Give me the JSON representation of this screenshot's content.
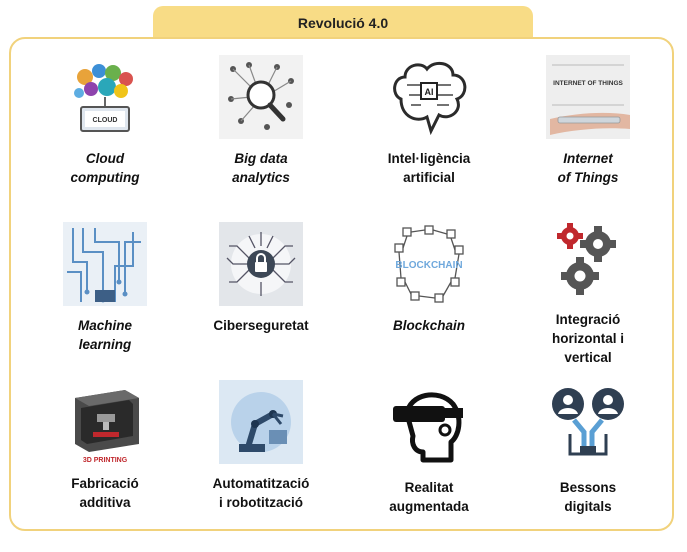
{
  "title": "Revolució 4.0",
  "items": [
    {
      "lines": [
        "Cloud",
        "computing"
      ],
      "italic": true,
      "icon": "cloud-computing-icon",
      "badge": "CLOUD"
    },
    {
      "lines": [
        "Big data",
        "analytics"
      ],
      "italic": true,
      "icon": "big-data-icon"
    },
    {
      "lines": [
        "Intel·ligència",
        "artificial"
      ],
      "italic": false,
      "icon": "ai-brain-icon",
      "badge": "AI"
    },
    {
      "lines": [
        "Internet",
        "of Things"
      ],
      "italic": true,
      "icon": "iot-icon",
      "badge": "INTERNET OF THINGS"
    },
    {
      "lines": [
        "Machine",
        "learning"
      ],
      "italic": true,
      "icon": "machine-learning-icon"
    },
    {
      "lines": [
        "Ciberseguretat"
      ],
      "italic": false,
      "icon": "cybersecurity-lock-icon"
    },
    {
      "lines": [
        "Blockchain"
      ],
      "italic": true,
      "icon": "blockchain-icon",
      "badge": "BLOCKCHAIN"
    },
    {
      "lines": [
        "Integració",
        "horizontal i",
        "vertical"
      ],
      "italic": false,
      "icon": "gears-icon"
    },
    {
      "lines": [
        "Fabricació",
        "additiva"
      ],
      "italic": false,
      "icon": "3d-printer-icon",
      "badge": "3D PRINTING"
    },
    {
      "lines": [
        "Automatització",
        "i robotització"
      ],
      "italic": false,
      "icon": "robot-arm-icon"
    },
    {
      "lines": [
        "Realitat",
        "augmentada"
      ],
      "italic": false,
      "icon": "vr-headset-icon"
    },
    {
      "lines": [
        "Bessons",
        "digitals"
      ],
      "italic": false,
      "icon": "digital-twins-icon"
    }
  ],
  "colors": {
    "frame": "#f1d27c",
    "title_bg": "#f8dc86",
    "icon_dark": "#3b4a5a",
    "gear_red": "#c0282d"
  }
}
